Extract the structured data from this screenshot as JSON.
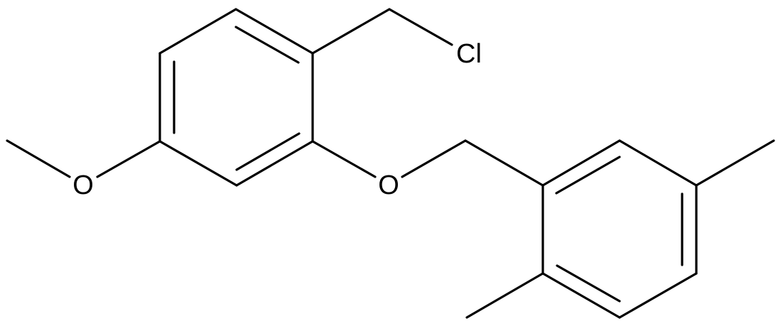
{
  "diagram": {
    "atoms": [
      {
        "id": "cl",
        "label": "Cl"
      },
      {
        "id": "o_ether",
        "label": "O"
      },
      {
        "id": "o_methoxy",
        "label": "O"
      }
    ]
  }
}
